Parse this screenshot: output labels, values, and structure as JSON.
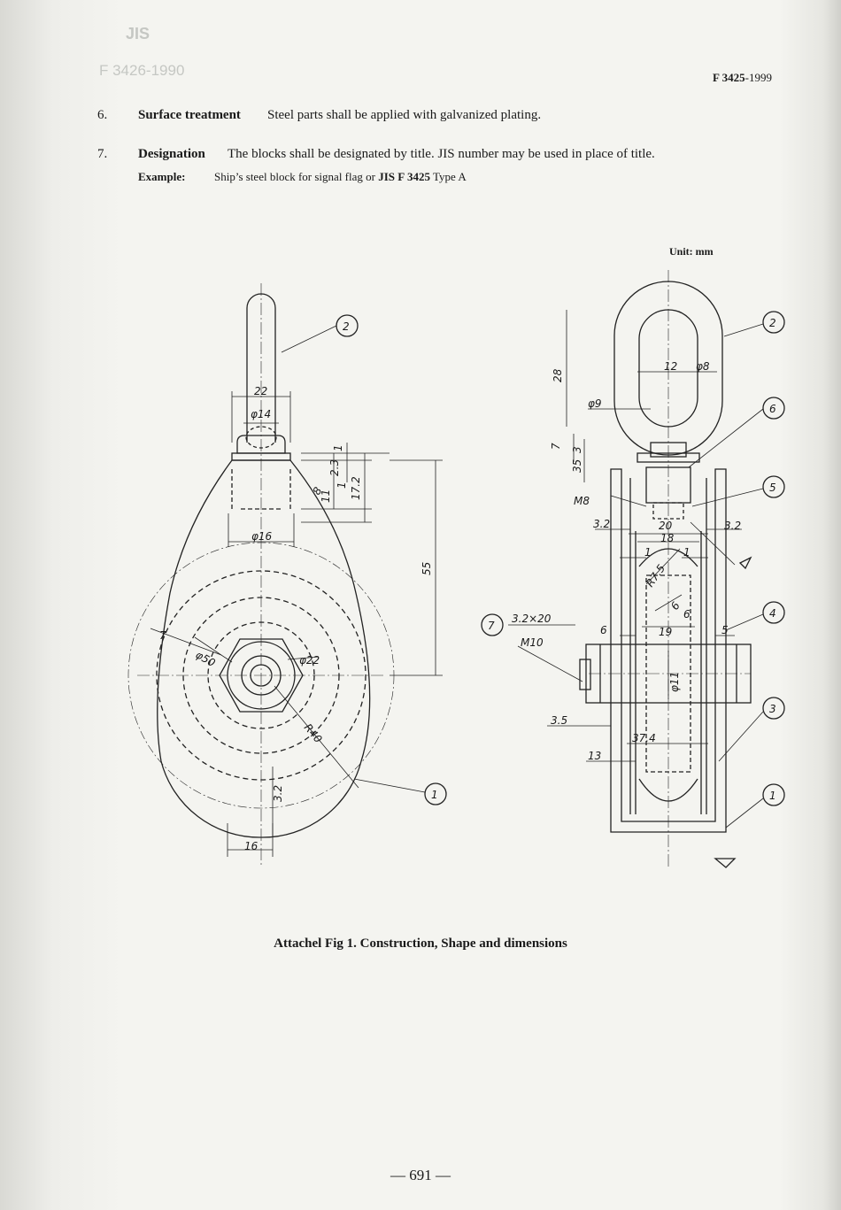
{
  "header": {
    "code": "F 3425",
    "year": "-1999"
  },
  "sections": [
    {
      "number": "6.",
      "title": "Surface treatment",
      "text": "Steel parts shall be applied with galvanized plating."
    },
    {
      "number": "7.",
      "title": "Designation",
      "text": "The blocks shall be designated by title.   JIS number may be used in place of title."
    }
  ],
  "example": {
    "label": "Example:",
    "text_pre": "Ship’s steel block for signal flag or ",
    "jis": "JIS F 3425",
    "text_post": " Type A"
  },
  "unit": "Unit:  mm",
  "drawing": {
    "callouts": [
      "1",
      "2",
      "3",
      "4",
      "5",
      "6",
      "7"
    ],
    "dims_left": [
      "22",
      "φ14",
      "1",
      "2.3",
      "1",
      "11",
      "8",
      "17.2",
      "φ16",
      "55",
      "7",
      "φ50",
      "φ22",
      "R40",
      "3.2",
      "16"
    ],
    "dims_right": [
      "28",
      "12",
      "φ8",
      "φ9",
      "7",
      "3",
      "35",
      "M8",
      "3.2",
      "20",
      "18",
      "3.2",
      "1",
      "R7.5",
      "1",
      "6",
      "6",
      "19",
      "5",
      "3.2×20",
      "M10",
      "6",
      "φ11",
      "3.5",
      "37.4",
      "13"
    ]
  },
  "caption": "Attachel Fig 1. Construction, Shape and dimensions",
  "page_number": "— 691 —",
  "bleed_through": {
    "jis": "JIS",
    "code": "F 3426-1990"
  }
}
